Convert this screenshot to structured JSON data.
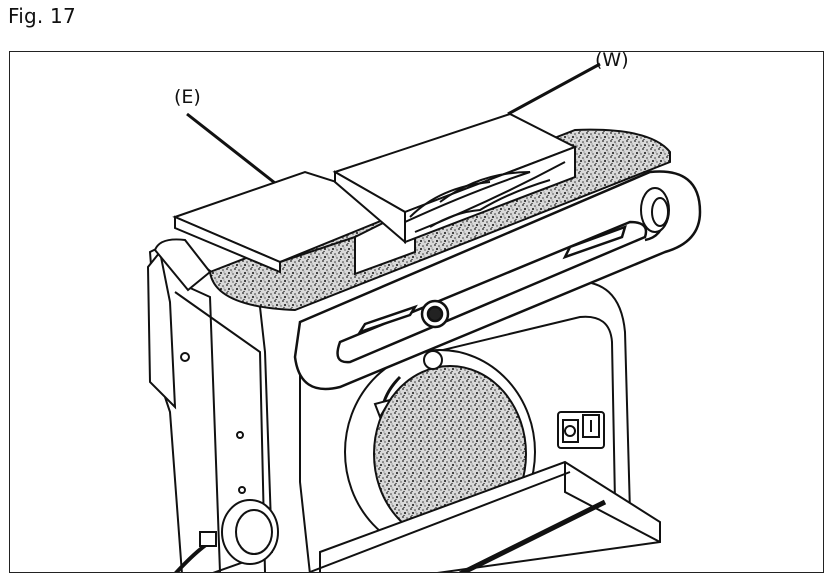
{
  "figure": {
    "caption": "Fig. 17",
    "callouts": {
      "e": "(E)",
      "w": "(W)"
    }
  },
  "icons": {
    "switch_off": "power-off-symbol",
    "switch_on": "power-on-symbol",
    "rotation_arrow": "rotation-direction-arrow"
  }
}
